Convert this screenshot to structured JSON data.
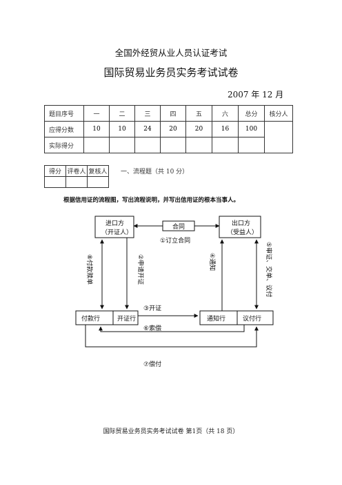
{
  "header": {
    "title_line1": "全国外经贸从业人员认证考试",
    "title_line2": "国际贸易业务员实务考试试卷",
    "date": "2007 年 12 月"
  },
  "score_table": {
    "row_labels": [
      "题目序号",
      "应得分数",
      "实际得分"
    ],
    "columns": [
      "一",
      "二",
      "三",
      "四",
      "五",
      "六",
      "总分"
    ],
    "points": [
      "10",
      "10",
      "24",
      "20",
      "20",
      "16",
      "100"
    ],
    "grader_label": "核分人"
  },
  "grading_box": {
    "labels": [
      "得分",
      "评卷人",
      "复核人"
    ]
  },
  "section": {
    "title": "一、流程题（共 10 分）",
    "instruction": "根据信用证的流程图，写出流程说明，并写出信用证的根本当事人。"
  },
  "diagram": {
    "importer_line1": "进口方",
    "importer_line2": "（开证人）",
    "exporter_line1": "出口方",
    "exporter_line2": "（受益人）",
    "contract_box": "合同",
    "paying_bank": "付款行",
    "issuing_bank": "开证行",
    "advising_bank": "通知行",
    "negotiating_bank": "议付行",
    "step1": "①订立合同",
    "step2": "②申请开证",
    "step3": "③开证",
    "step4": "④通知",
    "step5": "⑤审证、交单、议付",
    "step6": "⑥索偿",
    "step7": "⑦偿付",
    "step8": "⑧付款赎单"
  },
  "footer": {
    "text": "国际贸易业务员实务考试试卷  第1页（共 18 页）"
  }
}
